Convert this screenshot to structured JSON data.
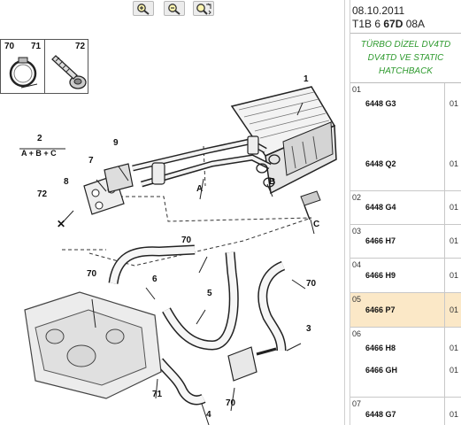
{
  "toolbar": {
    "zoom_in_icon": "zoom-in-icon",
    "zoom_out_icon": "zoom-out-icon",
    "zoom_fit_icon": "zoom-fit-icon"
  },
  "legend": {
    "label_70": "70",
    "label_71": "71",
    "label_72": "72"
  },
  "callouts": {
    "c1": "1",
    "c2": "2",
    "c2_sub": "A + B + C",
    "c3": "3",
    "c4": "4",
    "c5": "5",
    "c6": "6",
    "c7": "7",
    "c8": "8",
    "c9": "9",
    "cA": "A",
    "cB": "B",
    "cC": "C",
    "c70a": "70",
    "c70b": "70",
    "c70c": "70",
    "c70d": "70",
    "c71": "71",
    "c72": "72"
  },
  "panel": {
    "date": "08.10.2011",
    "code_prefix": "T1B 6 ",
    "code_bold": "67D",
    "code_suffix": " 08A",
    "description_lines": [
      "TÜRBO DİZEL DV4TD",
      "DV4TD VE STATIC",
      "HATCHBACK"
    ],
    "rows": [
      {
        "num": "01",
        "refs": [
          "6448 G3",
          "6448 Q2"
        ],
        "qty": [
          "01",
          "01"
        ],
        "selected": false
      },
      {
        "num": "02",
        "refs": [
          "6448 G4"
        ],
        "qty": [
          "01"
        ],
        "selected": false
      },
      {
        "num": "03",
        "refs": [
          "6466 H7"
        ],
        "qty": [
          "01"
        ],
        "selected": false
      },
      {
        "num": "04",
        "refs": [
          "6466 H9"
        ],
        "qty": [
          "01"
        ],
        "selected": false
      },
      {
        "num": "05",
        "refs": [
          "6466 P7"
        ],
        "qty": [
          "01"
        ],
        "selected": true
      },
      {
        "num": "06",
        "refs": [
          "6466 H8",
          "6466 GH"
        ],
        "qty": [
          "01",
          "01"
        ],
        "selected": false
      },
      {
        "num": "07",
        "refs": [
          "6448 G7"
        ],
        "qty": [
          "01"
        ],
        "selected": false
      }
    ]
  }
}
